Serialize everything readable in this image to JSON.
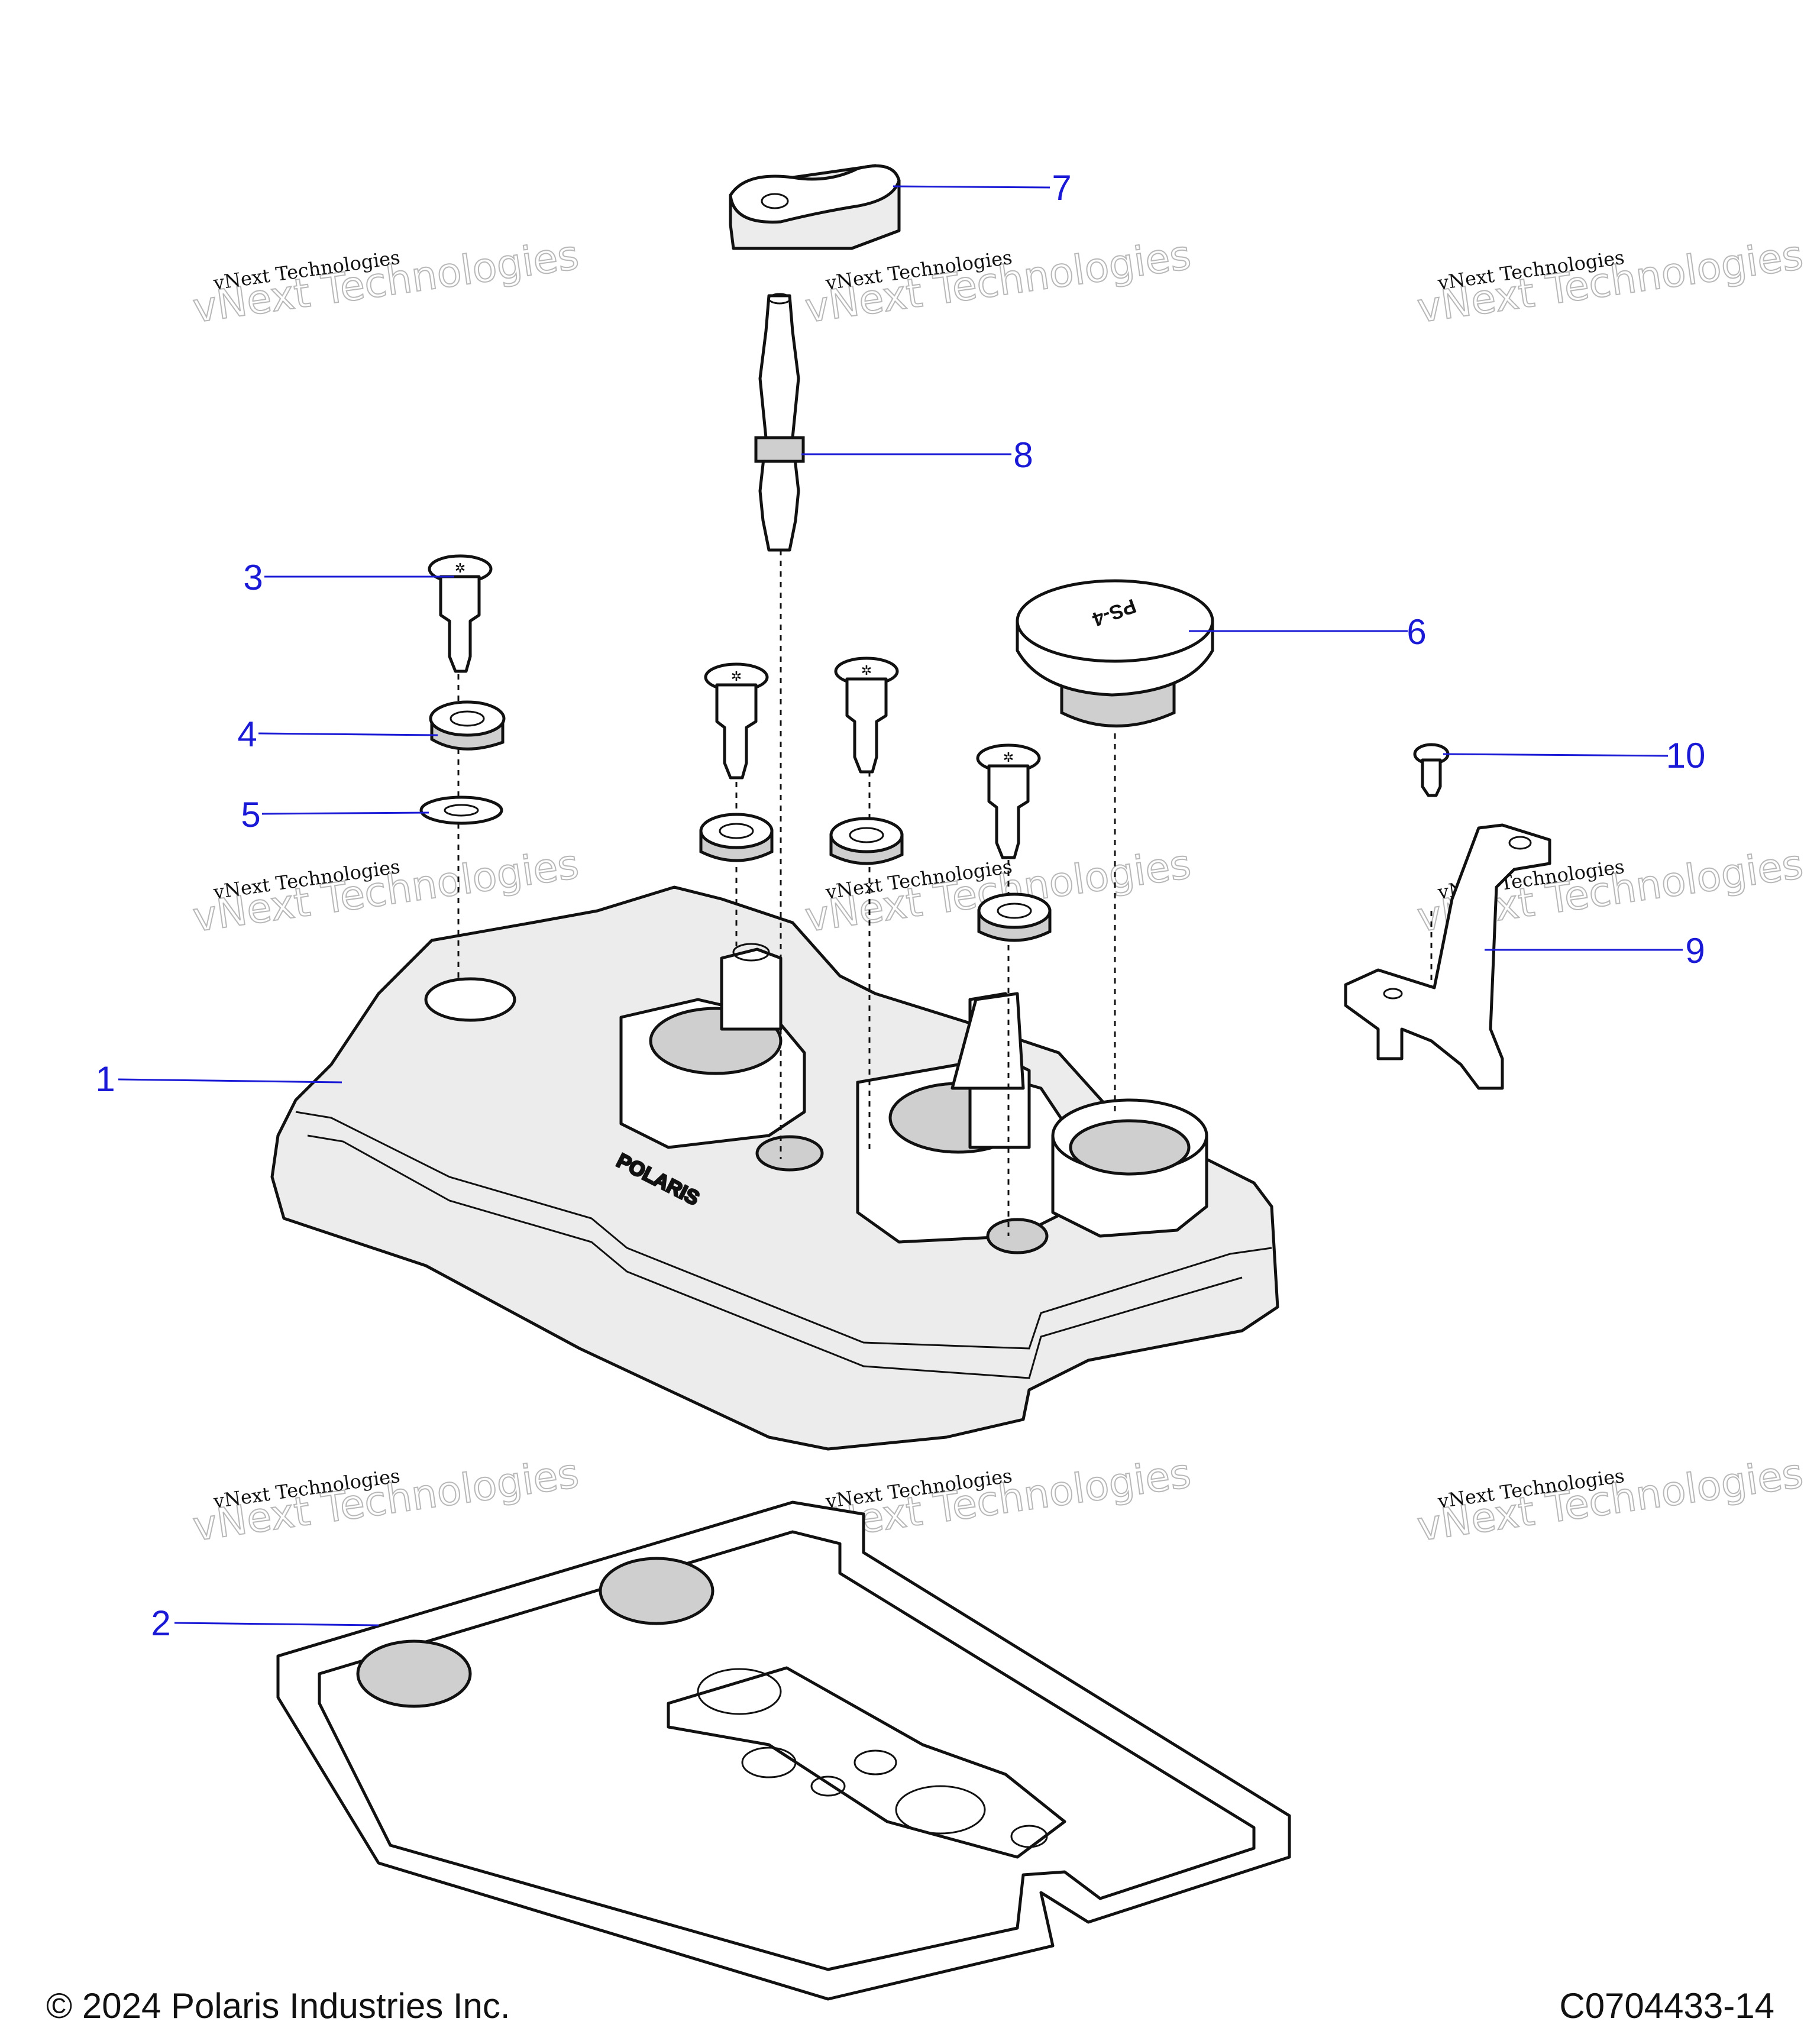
{
  "diagram": {
    "callouts": [
      {
        "id": "1",
        "label": "1"
      },
      {
        "id": "2",
        "label": "2"
      },
      {
        "id": "3",
        "label": "3"
      },
      {
        "id": "4",
        "label": "4"
      },
      {
        "id": "5",
        "label": "5"
      },
      {
        "id": "6",
        "label": "6"
      },
      {
        "id": "7",
        "label": "7"
      },
      {
        "id": "8",
        "label": "8"
      },
      {
        "id": "9",
        "label": "9"
      },
      {
        "id": "10",
        "label": "10"
      }
    ],
    "cap_marking": "PS-4",
    "cover_logo_text": "POLARIS"
  },
  "watermark": {
    "line1": "vNext Technologies",
    "line2": "vNext Technologies"
  },
  "footer": {
    "copyright": "© 2024 Polaris Industries Inc.",
    "drawing_id": "C0704433-14"
  },
  "colors": {
    "callout": "#1a1ad6",
    "line_art": "#111111",
    "part_fill": "#ececec"
  }
}
